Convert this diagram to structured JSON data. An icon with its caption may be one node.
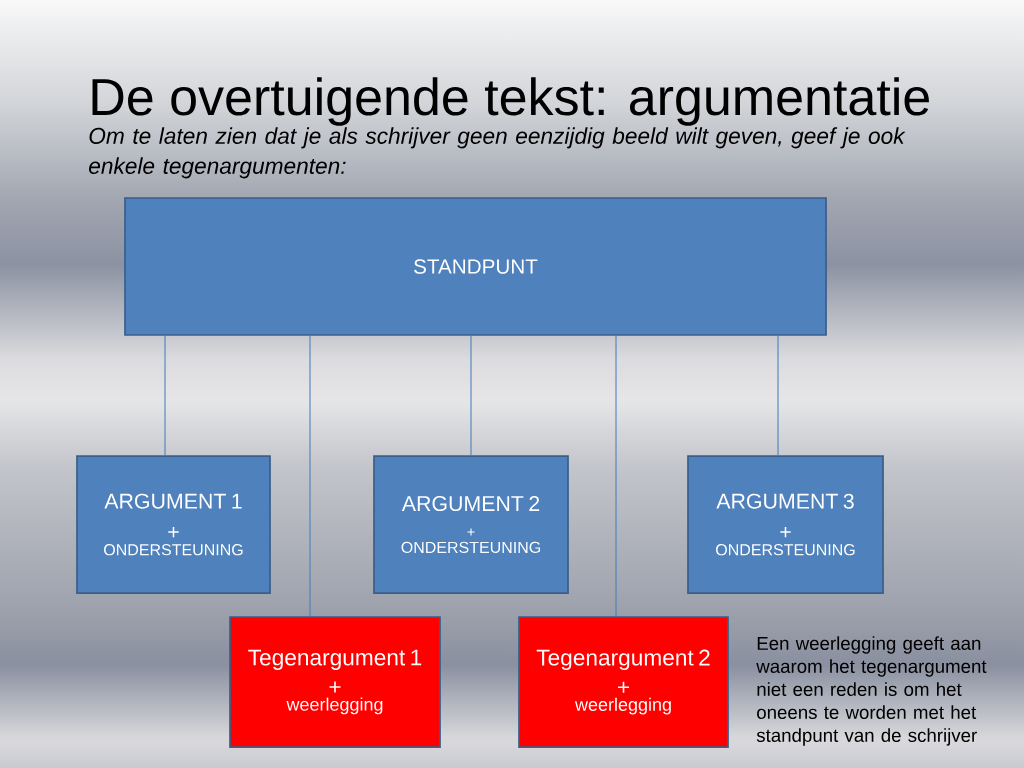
{
  "diagram": {
    "title": "De overtuigende tekst: argumentatie",
    "nodes": [
      {
        "text": [
          "STANDPUNT"
        ]
      },
      {
        "text": [
          "ARGUMENT 1",
          "+",
          "ONDERSTEUNING"
        ]
      },
      {
        "text": [
          "ARGUMENT 2",
          "+",
          "ONDERSTEUNING"
        ]
      },
      {
        "text": [
          "ARGUMENT 3",
          "+",
          "ONDERSTEUNING"
        ]
      },
      {
        "text": [
          "Tegenargument 1",
          "+",
          "weerlegging"
        ]
      },
      {
        "text": [
          "Tegenargument 2",
          "+",
          "weerlegging"
        ]
      }
    ],
    "edges": [
      {
        "from": 0,
        "to": 1,
        "arrow": "none"
      },
      {
        "from": 0,
        "to": 4,
        "arrow": "none"
      },
      {
        "from": 0,
        "to": 2,
        "arrow": "none"
      },
      {
        "from": 0,
        "to": 5,
        "arrow": "none"
      },
      {
        "from": 0,
        "to": 3,
        "arrow": "none"
      }
    ],
    "labels": [
      "Om te laten zien dat je als schrijver geen eenzijdig beeld wilt geven, geef je ook enkele tegenargumenten:",
      "Een weerlegging geeft aan waarom het tegenargument niet een reden is om het oneens te worden met het standpunt van de schrijver"
    ]
  }
}
